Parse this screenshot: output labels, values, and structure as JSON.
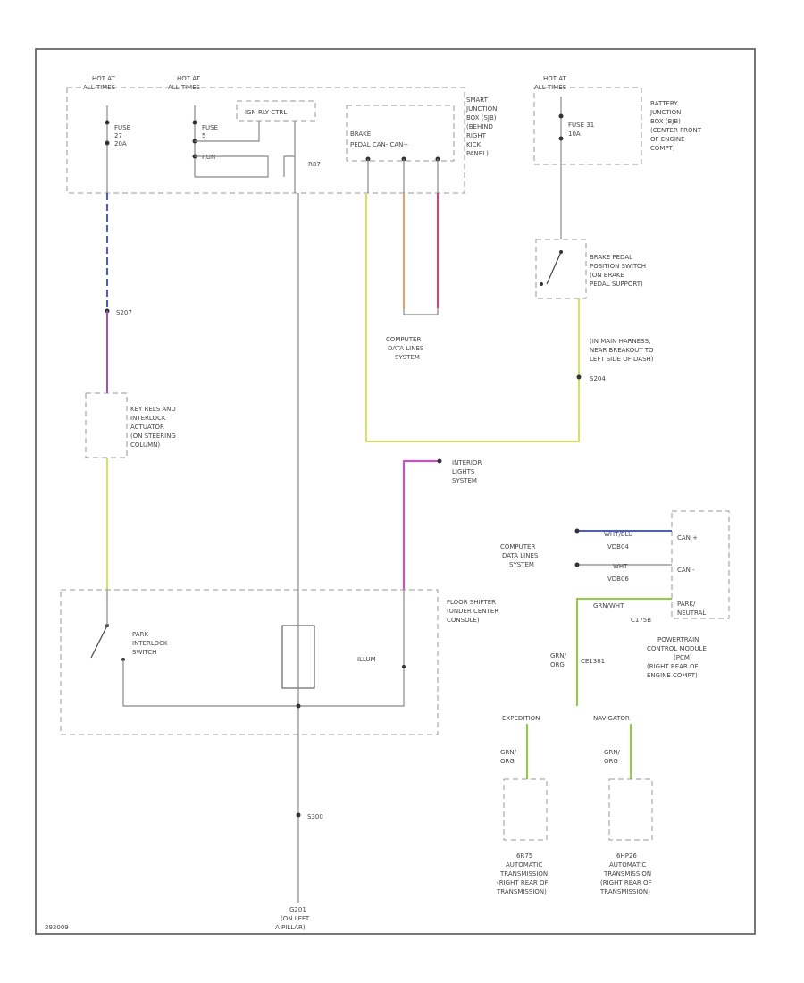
{
  "labels": {
    "hot_alt_1": "HOT AT",
    "hot_alt_1b": "ALL TIMES",
    "hot_alt_2": "HOT AT",
    "hot_alt_2b": "ALL TIMES",
    "hot_alt_3": "HOT AT",
    "hot_alt_3b": "ALL TIMES",
    "fuse_27": "FUSE",
    "fuse_27b": "27",
    "fuse_27c": "20A",
    "fuse_5": "FUSE",
    "fuse_5b": "5",
    "fuse_5c": "RUN",
    "fuse_31": "FUSE 31",
    "fuse_31b": "10A",
    "relay_box": "IGN RLY   CTRL",
    "brake_pedal": "BRAKE",
    "brake_pedal_b": "PEDAL   CAN-   CAN+",
    "sjb_1": "SMART",
    "sjb_2": "JUNCTION",
    "sjb_3": "BOX (SJB)",
    "sjb_4": "(BEHIND",
    "sjb_5": "RIGHT",
    "sjb_6": "KICK",
    "sjb_7": "PANEL)",
    "bjb_1": "BATTERY",
    "bjb_2": "JUNCTION",
    "bjb_3": "BOX (BJB)",
    "bjb_4": "(CENTER FRONT",
    "bjb_5": "OF ENGINE",
    "bjb_6": "COMPT)",
    "s207": "S207",
    "s300": "S300",
    "g201": "G201",
    "g201_b": "(ON LEFT",
    "g201_c": "A PILLAR)",
    "r87": "R87",
    "computer_data_1": "COMPUTER",
    "computer_data_2": "DATA LINES",
    "computer_data_3": "SYSTEM",
    "computer_data2_1": "COMPUTER",
    "computer_data2_2": "DATA LINES",
    "computer_data2_3": "SYSTEM",
    "brake_switch_1": "BRAKE PEDAL",
    "brake_switch_2": "POSITION SWITCH",
    "brake_switch_3": "(ON BRAKE",
    "brake_switch_4": "PEDAL SUPPORT)",
    "harness_1": "(IN MAIN HARNESS,",
    "harness_2": "NEAR BREAKOUT TO",
    "harness_3": "LEFT SIDE OF DASH)",
    "harness_4": "S204",
    "key_relay_1": "KEY RELS AND",
    "key_relay_2": "INTERLOCK",
    "key_relay_3": "ACTUATOR",
    "key_relay_4": "(ON STEERING",
    "key_relay_5": "COLUMN)",
    "interior_1": "INTERIOR",
    "interior_2": "LIGHTS",
    "interior_3": "SYSTEM",
    "floor_1": "FLOOR SHIFTER",
    "floor_2": "(UNDER CENTER",
    "floor_3": "CONSOLE)",
    "park_1": "PARK",
    "park_2": "INTERLOCK",
    "park_3": "SWITCH",
    "illum": "ILLUM",
    "pcm_1": "POWERTRAIN",
    "pcm_2": "CONTROL MODULE",
    "pcm_3": "(PCM)",
    "pcm_4": "(RIGHT REAR OF",
    "pcm_5": "ENGINE COMPT)",
    "can_plus": "CAN +",
    "can_minus": "CAN -",
    "park_neutral_1": "PARK/",
    "park_neutral_2": "NEUTRAL",
    "vdb04": "VDB04",
    "vdb06": "VDB06",
    "wht_blu": "WHT/BLU",
    "wht": "WHT",
    "grn_wht": "GRN/WHT",
    "c175b": "C175B",
    "c1381b": "CE1381",
    "grn_org": "GRN/",
    "grn_org_b": "ORG",
    "expedition": "EXPEDITION",
    "navigator": "NAVIGATOR",
    "grn_org_2": "GRN/",
    "grn_org_2b": "ORG",
    "grn_org_3": "GRN/",
    "grn_org_3b": "ORG",
    "trans_a_1": "6R75",
    "trans_a_2": "AUTOMATIC",
    "trans_a_3": "TRANSMISSION",
    "trans_a_4": "(RIGHT REAR OF",
    "trans_a_5": "TRANSMISSION)",
    "trans_b_1": "6HP26",
    "trans_b_2": "AUTOMATIC",
    "trans_b_3": "TRANSMISSION",
    "trans_b_4": "(RIGHT REAR OF",
    "trans_b_5": "TRANSMISSION)",
    "figure_id": "292009"
  },
  "colors": {
    "blue_wire": "#4a5bd6",
    "violet_wire": "#a050c0",
    "yellow_wire": "#d4e060",
    "orange_wire": "#e8a060",
    "red_wire": "#e04070",
    "magenta_wire": "#e040e0",
    "green_wire": "#90d040",
    "gray_wire": "#999999"
  }
}
